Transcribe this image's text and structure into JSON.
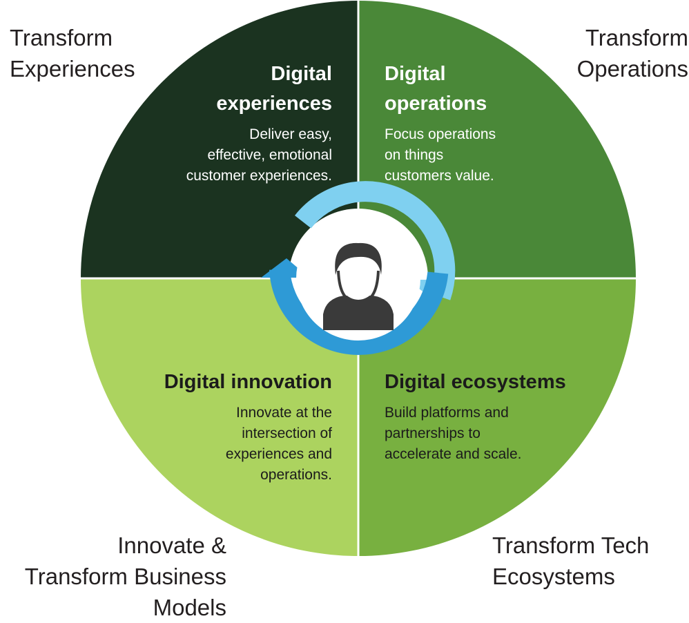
{
  "corner_labels": {
    "top_left": [
      "Transform",
      "Experiences"
    ],
    "top_right": [
      "Transform",
      "Operations"
    ],
    "bottom_left": [
      "Innovate &",
      "Transform Business",
      "Models"
    ],
    "bottom_right": [
      "Transform Tech",
      "Ecosystems"
    ]
  },
  "quadrants": {
    "experiences": {
      "title": [
        "Digital",
        "experiences"
      ],
      "description": [
        "Deliver easy,",
        "effective, emotional",
        "customer experiences."
      ],
      "color": "#1b3320"
    },
    "operations": {
      "title": [
        "Digital",
        "operations"
      ],
      "description": [
        "Focus operations",
        "on things",
        "customers value."
      ],
      "color": "#4a8838"
    },
    "innovation": {
      "title": [
        "Digital innovation"
      ],
      "description": [
        "Innovate at the",
        "intersection of",
        "experiences and",
        "operations."
      ],
      "color": "#acd35f"
    },
    "ecosystems": {
      "title": [
        "Digital ecosystems"
      ],
      "description": [
        "Build platforms and",
        "partnerships to",
        "accelerate and scale."
      ],
      "color": "#78b040"
    }
  },
  "center": {
    "icon": "person-icon",
    "cycle_icon": "circular-arrows-icon",
    "cycle_colors": [
      "#7fd0f0",
      "#2e9ad6"
    ],
    "person_color": "#3a3a3a"
  }
}
